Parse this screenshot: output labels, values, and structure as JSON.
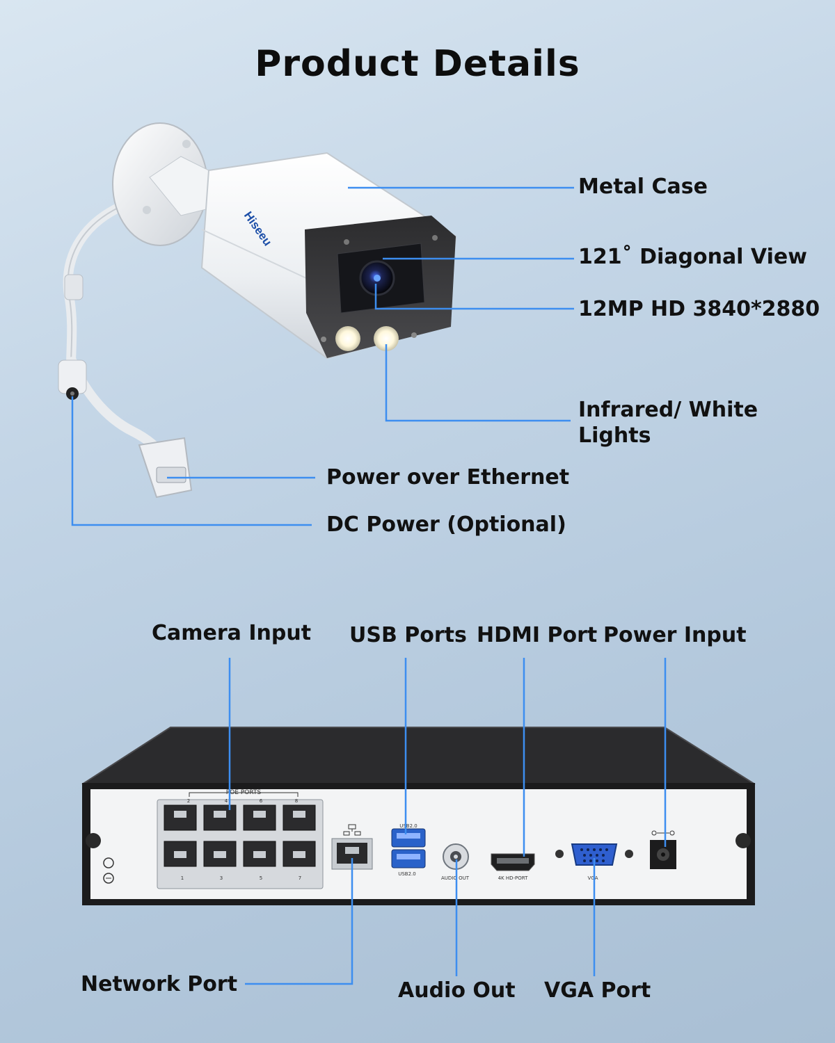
{
  "page": {
    "title": "Product Details"
  },
  "colors": {
    "leader_line": "#3d8ef0",
    "background_top": "#d9e6f1",
    "background_bottom": "#a9bfd4",
    "label_text": "#111111"
  },
  "camera": {
    "brand": "Hiseeu",
    "callouts": {
      "metal_case": "Metal Case",
      "diagonal_view": "121˚ Diagonal View",
      "resolution": "12MP HD 3840*2880",
      "lights": "Infrared/ White Lights",
      "poe": "Power over Ethernet",
      "dc_power": "DC Power (Optional)"
    }
  },
  "nvr": {
    "callouts": {
      "camera_input": "Camera Input",
      "usb_ports": "USB Ports",
      "hdmi_port": "HDMI Port",
      "power_input": "Power Input",
      "network_port": "Network Port",
      "audio_out": "Audio Out",
      "vga_port": "VGA Port"
    },
    "panel_labels": {
      "poe_ports": "POE PORTS",
      "usb_top": "USB2.0",
      "usb_bottom": "USB2.0",
      "audio": "AUDIO OUT",
      "hdmi": "4K HD-PORT",
      "vga": "VGA"
    },
    "port_numbers": [
      "2",
      "4",
      "6",
      "8",
      "1",
      "3",
      "5",
      "7"
    ]
  }
}
